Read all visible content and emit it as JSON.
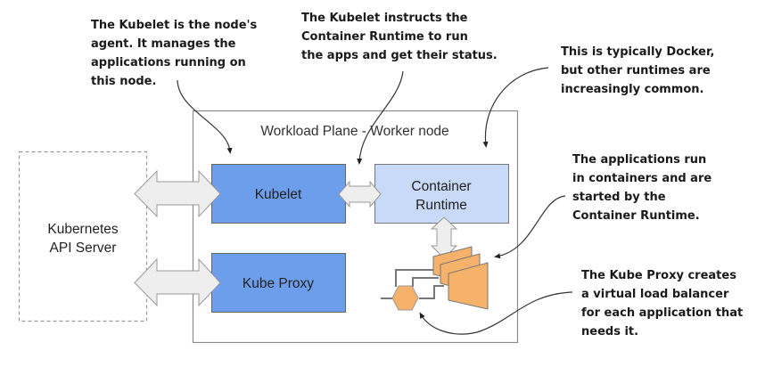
{
  "colors": {
    "kubelet_fill": "#6d9eeb",
    "kube_proxy_fill": "#6d9eeb",
    "runtime_fill": "#c9daf8",
    "container_fill": "#f6b26b",
    "arrow_fill": "#eeeeee",
    "border": "#888888"
  },
  "worker_node": {
    "title": "Workload Plane - Worker node"
  },
  "api_server": {
    "line1": "Kubernetes",
    "line2": "API Server"
  },
  "components": {
    "kubelet": "Kubelet",
    "kube_proxy": "Kube Proxy",
    "runtime_line1": "Container",
    "runtime_line2": "Runtime"
  },
  "annotations": {
    "kubelet_agent": [
      "The Kubelet is the node's",
      "agent. It manages the",
      "applications running on",
      "this node."
    ],
    "kubelet_instructs": [
      "The Kubelet instructs the",
      "Container Runtime to run",
      "the apps and get their status."
    ],
    "docker": [
      "This is typically Docker,",
      "but other runtimes are",
      "increasingly common."
    ],
    "applications": [
      "The applications run",
      "in containers and are",
      "started by the",
      "Container Runtime."
    ],
    "kube_proxy": [
      "The Kube Proxy creates",
      "a virtual load balancer",
      "for each application that",
      "needs it."
    ]
  }
}
